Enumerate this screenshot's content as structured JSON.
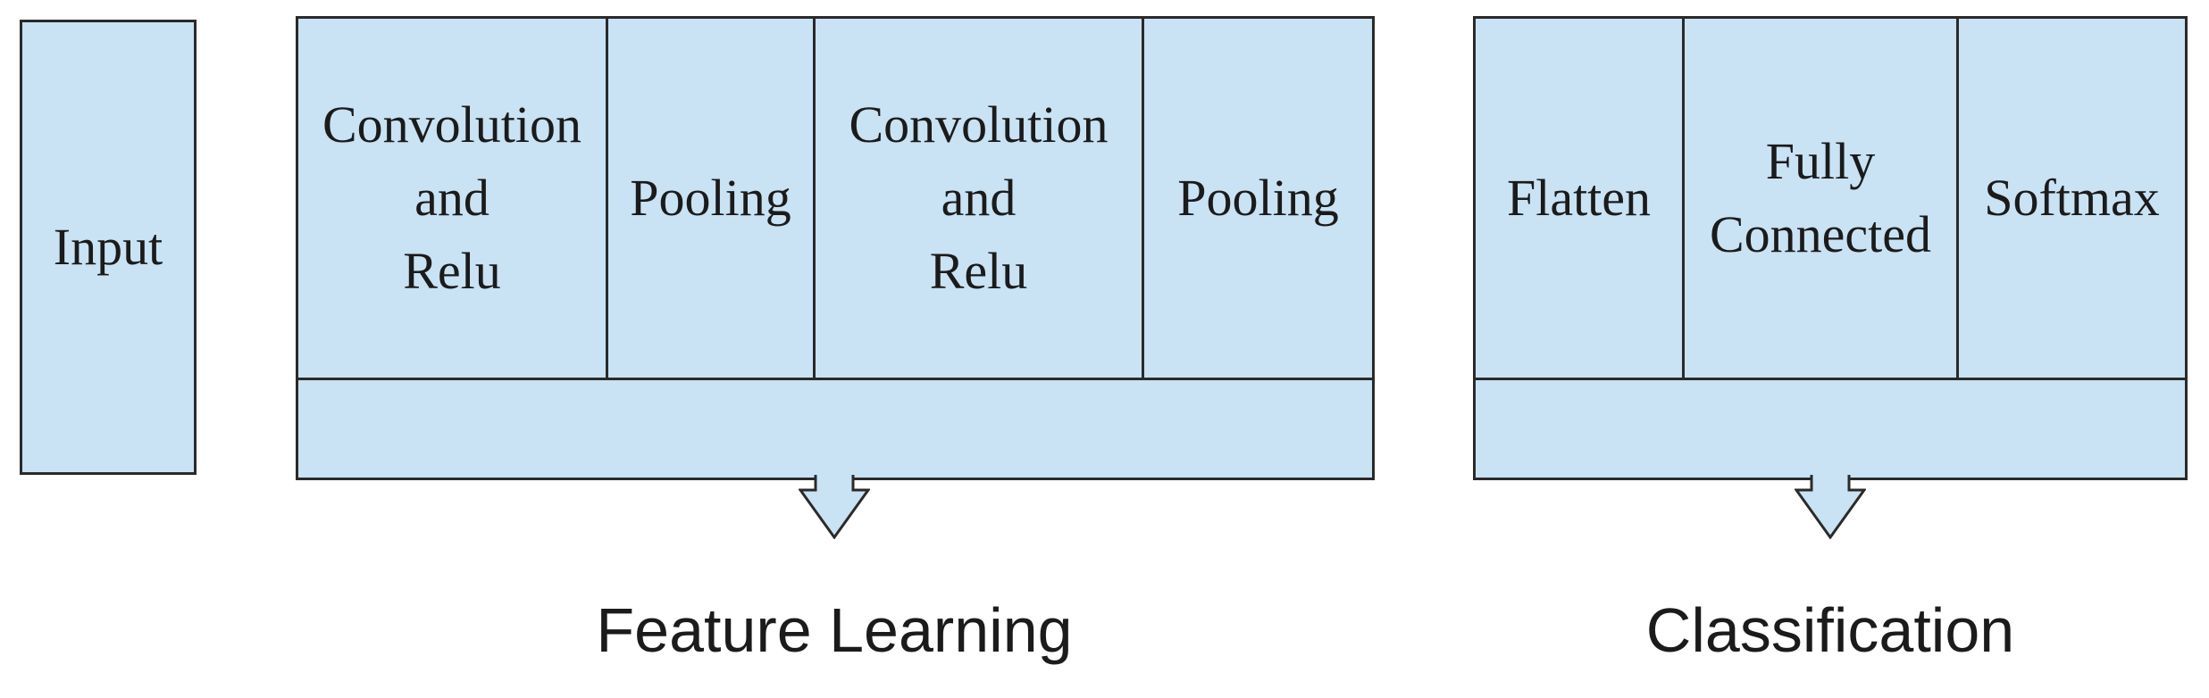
{
  "input_block": {
    "label": "Input"
  },
  "feature_learning": {
    "stages": [
      "Convolution\nand\nRelu",
      "Pooling",
      "Convolution\nand\nRelu",
      "Pooling"
    ],
    "label": "Feature Learning"
  },
  "classification": {
    "stages": [
      "Flatten",
      "Fully\nConnected",
      "Softmax"
    ],
    "label": "Classification"
  },
  "colors": {
    "block_fill": "#c9e2f4",
    "stroke": "#2a2a2a",
    "text": "#1b1b1b"
  }
}
